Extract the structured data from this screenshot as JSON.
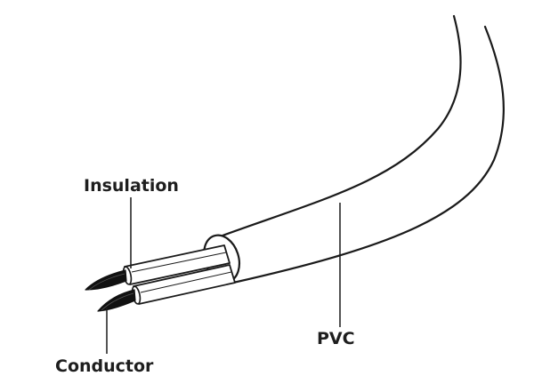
{
  "labels": {
    "insulation": "Insulation",
    "pvc": "PVC",
    "conductor": "Conductor"
  },
  "colors": {
    "outline": "#1a1a1a",
    "fill": "#ffffff",
    "conductor": "#111111"
  }
}
